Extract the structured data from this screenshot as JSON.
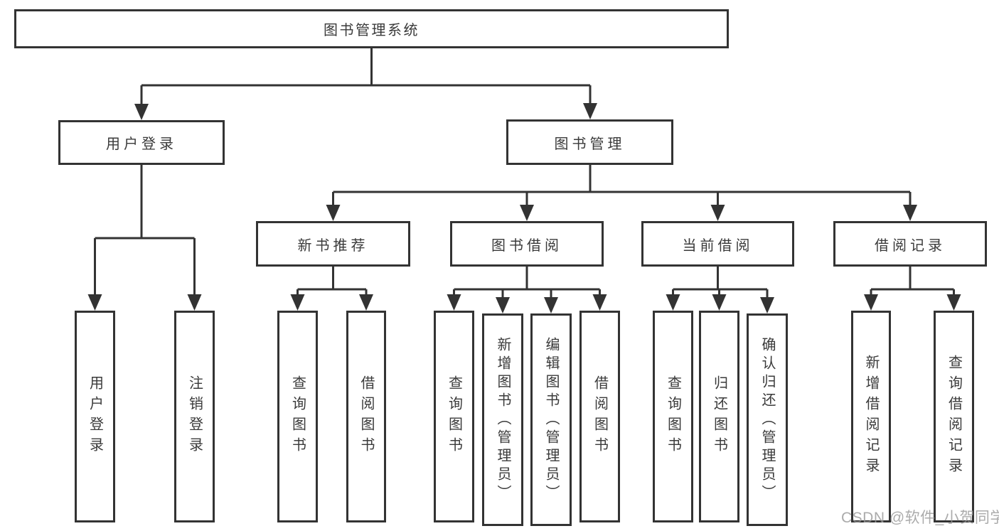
{
  "diagram": {
    "root": {
      "label": "图书管理系统"
    },
    "branches": [
      {
        "label": "用户登录",
        "children": [
          {
            "label": "用户登录"
          },
          {
            "label": "注销登录"
          }
        ]
      },
      {
        "label": "图书管理",
        "children": [
          {
            "label": "新书推荐",
            "children": [
              {
                "label": "查询图书"
              },
              {
                "label": "借阅图书"
              }
            ]
          },
          {
            "label": "图书借阅",
            "children": [
              {
                "label": "查询图书"
              },
              {
                "label": "新增图书（管理员）"
              },
              {
                "label": "编辑图书（管理员）"
              },
              {
                "label": "借阅图书"
              }
            ]
          },
          {
            "label": "当前借阅",
            "children": [
              {
                "label": "查询图书"
              },
              {
                "label": "归还图书"
              },
              {
                "label": "确认归还（管理员）"
              }
            ]
          },
          {
            "label": "借阅记录",
            "children": [
              {
                "label": "新增借阅记录"
              },
              {
                "label": "查询借阅记录"
              }
            ]
          }
        ]
      }
    ]
  },
  "watermark": {
    "text": "CSDN @软件_小贺同学"
  },
  "colors": {
    "line": "#333333",
    "box_border": "#333333",
    "box_fill": "#ffffff",
    "text": "#3a3a3a",
    "background": "#ffffff",
    "watermark": "#969696"
  }
}
